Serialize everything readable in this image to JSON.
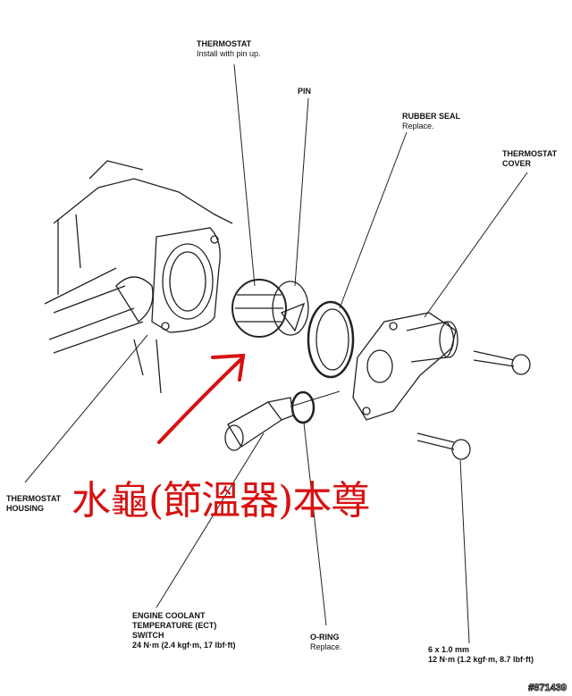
{
  "labels": {
    "thermostat": {
      "title": "THERMOSTAT",
      "note": "Install with pin up."
    },
    "pin": {
      "title": "PIN"
    },
    "rubber_seal": {
      "title": "RUBBER SEAL",
      "note": "Replace."
    },
    "thermostat_cover": {
      "line1": "THERMOSTAT",
      "line2": "COVER"
    },
    "thermostat_housing": {
      "line1": "THERMOSTAT",
      "line2": "HOUSING"
    },
    "ect_switch": {
      "line1": "ENGINE COOLANT",
      "line2": "TEMPERATURE (ECT)",
      "line3": "SWITCH",
      "torque": "24 N·m (2.4 kgf·m, 17 lbf·ft)"
    },
    "o_ring": {
      "title": "O-RING",
      "note": "Replace."
    },
    "bolt": {
      "size": "6 x 1.0 mm",
      "torque": "12 N·m (1.2 kgf·m, 8.7 lbf·ft)"
    }
  },
  "annotation": {
    "text": "水龜(節溫器)本尊",
    "color": "#d81010"
  },
  "watermark": "#871439"
}
